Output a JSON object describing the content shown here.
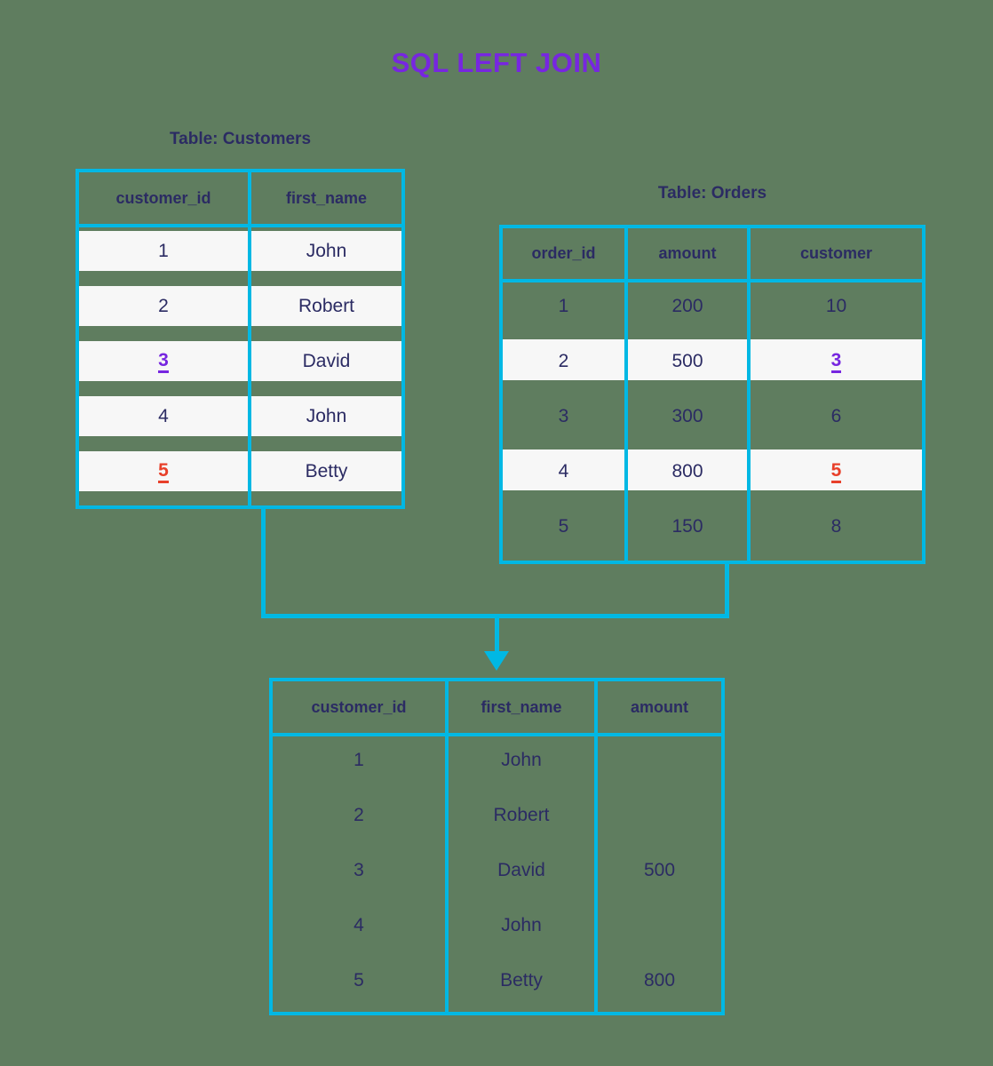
{
  "title": "SQL LEFT JOIN",
  "colors": {
    "background": "#5f7d5f",
    "accent_cyan": "#00b8e4",
    "title_purple": "#7726e0",
    "text_navy": "#2b2b63",
    "highlight_purple": "#7726e0",
    "highlight_red": "#e8402a",
    "row_band": "#f7f7f7"
  },
  "customers": {
    "caption": "Table: Customers",
    "columns": [
      "customer_id",
      "first_name"
    ],
    "rows": [
      {
        "customer_id": "1",
        "first_name": "John",
        "highlight": null
      },
      {
        "customer_id": "2",
        "first_name": "Robert",
        "highlight": null
      },
      {
        "customer_id": "3",
        "first_name": "David",
        "highlight": "purple"
      },
      {
        "customer_id": "4",
        "first_name": "John",
        "highlight": null
      },
      {
        "customer_id": "5",
        "first_name": "Betty",
        "highlight": "red"
      }
    ]
  },
  "orders": {
    "caption": "Table: Orders",
    "columns": [
      "order_id",
      "amount",
      "customer"
    ],
    "rows": [
      {
        "order_id": "1",
        "amount": "200",
        "customer": "10",
        "highlight": null
      },
      {
        "order_id": "2",
        "amount": "500",
        "customer": "3",
        "highlight": "purple"
      },
      {
        "order_id": "3",
        "amount": "300",
        "customer": "6",
        "highlight": null
      },
      {
        "order_id": "4",
        "amount": "800",
        "customer": "5",
        "highlight": "red"
      },
      {
        "order_id": "5",
        "amount": "150",
        "customer": "8",
        "highlight": null
      }
    ]
  },
  "result": {
    "columns": [
      "customer_id",
      "first_name",
      "amount"
    ],
    "rows": [
      {
        "customer_id": "1",
        "first_name": "John",
        "amount": ""
      },
      {
        "customer_id": "2",
        "first_name": "Robert",
        "amount": ""
      },
      {
        "customer_id": "3",
        "first_name": "David",
        "amount": "500"
      },
      {
        "customer_id": "4",
        "first_name": "John",
        "amount": ""
      },
      {
        "customer_id": "5",
        "first_name": "Betty",
        "amount": "800"
      }
    ]
  }
}
